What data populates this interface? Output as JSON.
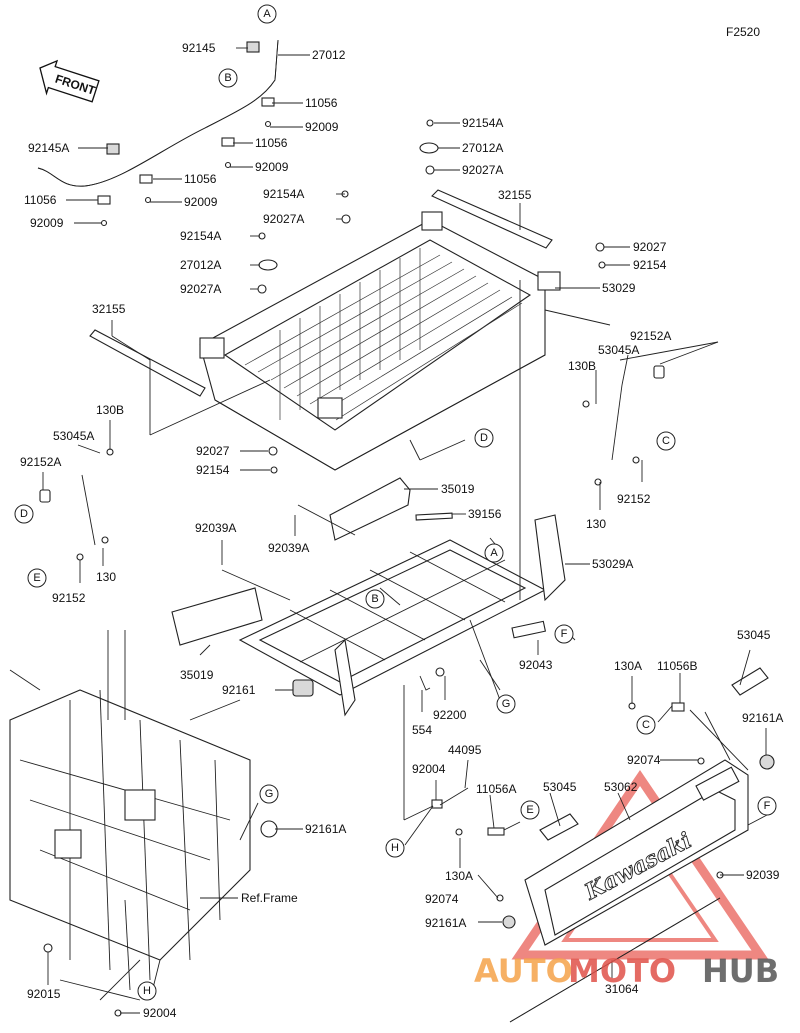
{
  "figure_code": "F2520",
  "front_arrow_text": "FRONT",
  "ref_frame_label": "Ref.Frame",
  "watermark": {
    "text_a": "AUTO",
    "text_b": "MOTO",
    "text_c": "HUB",
    "color_a": "#f5a34a",
    "color_b": "#e0524a",
    "color_c": "#555555"
  },
  "brand_text": "Kawasaki",
  "labels": [
    {
      "id": "l1",
      "text": "92145"
    },
    {
      "id": "l2",
      "text": "27012"
    },
    {
      "id": "l3",
      "text": "11056"
    },
    {
      "id": "l4",
      "text": "92009"
    },
    {
      "id": "l5",
      "text": "92145A"
    },
    {
      "id": "l6",
      "text": "11056"
    },
    {
      "id": "l7",
      "text": "92009"
    },
    {
      "id": "l8",
      "text": "11056"
    },
    {
      "id": "l9",
      "text": "92009"
    },
    {
      "id": "l10",
      "text": "11056"
    },
    {
      "id": "l11",
      "text": "92009"
    },
    {
      "id": "l12",
      "text": "92154A"
    },
    {
      "id": "l13",
      "text": "27012A"
    },
    {
      "id": "l14",
      "text": "92027A"
    },
    {
      "id": "l15",
      "text": "32155"
    },
    {
      "id": "l16",
      "text": "92154A"
    },
    {
      "id": "l17",
      "text": "92027A"
    },
    {
      "id": "l18",
      "text": "92027"
    },
    {
      "id": "l19",
      "text": "92154"
    },
    {
      "id": "l20",
      "text": "92154A"
    },
    {
      "id": "l21",
      "text": "27012A"
    },
    {
      "id": "l22",
      "text": "92027A"
    },
    {
      "id": "l23",
      "text": "53029"
    },
    {
      "id": "l24",
      "text": "32155"
    },
    {
      "id": "l25",
      "text": "92152A"
    },
    {
      "id": "l26",
      "text": "53045A"
    },
    {
      "id": "l27",
      "text": "130B"
    },
    {
      "id": "l28",
      "text": "130B"
    },
    {
      "id": "l29",
      "text": "53045A"
    },
    {
      "id": "l30",
      "text": "92152A"
    },
    {
      "id": "l31",
      "text": "92027"
    },
    {
      "id": "l32",
      "text": "92154"
    },
    {
      "id": "l33",
      "text": "92152"
    },
    {
      "id": "l34",
      "text": "130"
    },
    {
      "id": "l35",
      "text": "35019"
    },
    {
      "id": "l36",
      "text": "39156"
    },
    {
      "id": "l37",
      "text": "92039A"
    },
    {
      "id": "l38",
      "text": "92039A"
    },
    {
      "id": "l39",
      "text": "53029A"
    },
    {
      "id": "l40",
      "text": "130"
    },
    {
      "id": "l41",
      "text": "92152"
    },
    {
      "id": "l42",
      "text": "92043"
    },
    {
      "id": "l43",
      "text": "35019"
    },
    {
      "id": "l44",
      "text": "92161"
    },
    {
      "id": "l45",
      "text": "53045"
    },
    {
      "id": "l46",
      "text": "130A"
    },
    {
      "id": "l47",
      "text": "11056B"
    },
    {
      "id": "l48",
      "text": "554"
    },
    {
      "id": "l49",
      "text": "92200"
    },
    {
      "id": "l50",
      "text": "92161A"
    },
    {
      "id": "l51",
      "text": "92074"
    },
    {
      "id": "l52",
      "text": "44095"
    },
    {
      "id": "l53",
      "text": "92004"
    },
    {
      "id": "l54",
      "text": "11056A"
    },
    {
      "id": "l55",
      "text": "53045"
    },
    {
      "id": "l56",
      "text": "53062"
    },
    {
      "id": "l57",
      "text": "92161A"
    },
    {
      "id": "l58",
      "text": "130A"
    },
    {
      "id": "l59",
      "text": "92039"
    },
    {
      "id": "l60",
      "text": "92074"
    },
    {
      "id": "l61",
      "text": "92161A"
    },
    {
      "id": "l62",
      "text": "92015"
    },
    {
      "id": "l63",
      "text": "92004"
    },
    {
      "id": "l64",
      "text": "31064"
    }
  ],
  "callouts": [
    {
      "id": "c1",
      "text": "A"
    },
    {
      "id": "c2",
      "text": "B"
    },
    {
      "id": "c3",
      "text": "D"
    },
    {
      "id": "c4",
      "text": "C"
    },
    {
      "id": "c5",
      "text": "D"
    },
    {
      "id": "c6",
      "text": "E"
    },
    {
      "id": "c7",
      "text": "A"
    },
    {
      "id": "c8",
      "text": "B"
    },
    {
      "id": "c9",
      "text": "F"
    },
    {
      "id": "c10",
      "text": "G"
    },
    {
      "id": "c11",
      "text": "C"
    },
    {
      "id": "c12",
      "text": "F"
    },
    {
      "id": "c13",
      "text": "G"
    },
    {
      "id": "c14",
      "text": "E"
    },
    {
      "id": "c15",
      "text": "H"
    },
    {
      "id": "c16",
      "text": "H"
    }
  ]
}
